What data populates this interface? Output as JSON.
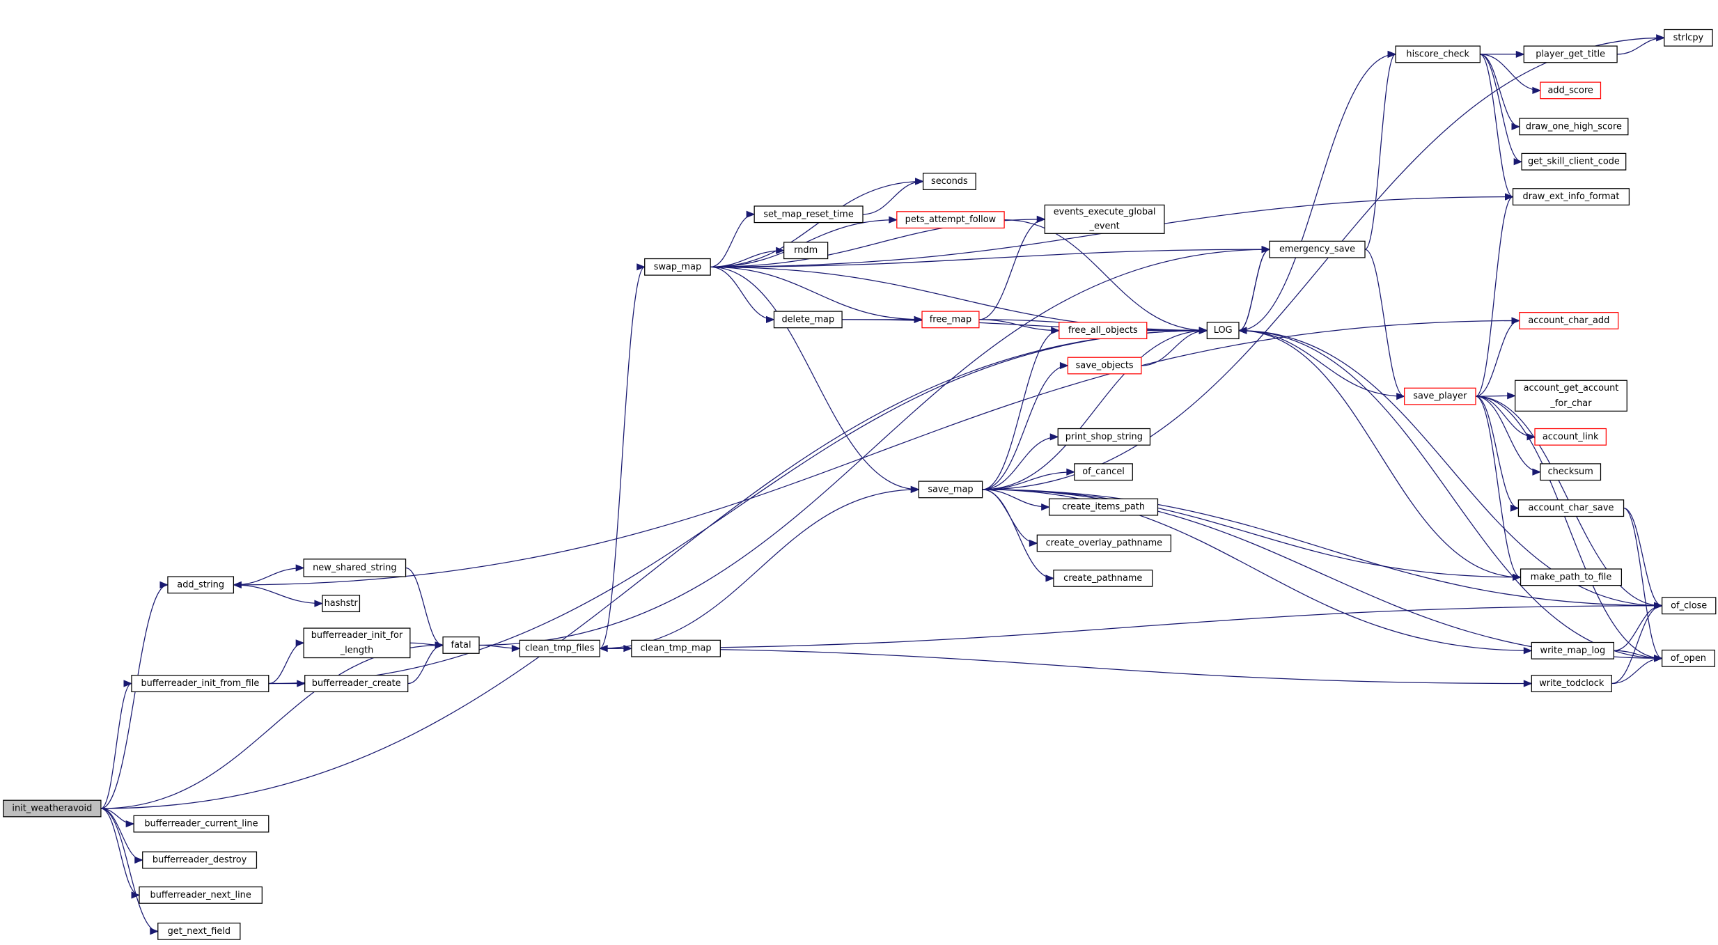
{
  "title": "Call graph of init_weatheravoid",
  "colors": {
    "edge": "#191970",
    "root_fill": "#bfbfbf",
    "truncated_border": "#ff0000",
    "node_border": "#000000"
  },
  "nodes": [
    {
      "id": "init_weatheravoid",
      "lines": [
        "init_weatheravoid"
      ],
      "style": "root"
    },
    {
      "id": "add_string",
      "lines": [
        "add_string"
      ],
      "style": "normal"
    },
    {
      "id": "new_shared_string",
      "lines": [
        "new_shared_string"
      ],
      "style": "normal"
    },
    {
      "id": "hashstr",
      "lines": [
        "hashstr"
      ],
      "style": "normal"
    },
    {
      "id": "bufferreader_init_for_length",
      "lines": [
        "bufferreader_init_for",
        "_length"
      ],
      "style": "normal"
    },
    {
      "id": "fatal",
      "lines": [
        "fatal"
      ],
      "style": "normal"
    },
    {
      "id": "bufferreader_init_from_file",
      "lines": [
        "bufferreader_init_from_file"
      ],
      "style": "normal"
    },
    {
      "id": "bufferreader_create",
      "lines": [
        "bufferreader_create"
      ],
      "style": "normal"
    },
    {
      "id": "clean_tmp_files",
      "lines": [
        "clean_tmp_files"
      ],
      "style": "normal"
    },
    {
      "id": "clean_tmp_map",
      "lines": [
        "clean_tmp_map"
      ],
      "style": "normal"
    },
    {
      "id": "bufferreader_current_line",
      "lines": [
        "bufferreader_current_line"
      ],
      "style": "normal"
    },
    {
      "id": "bufferreader_destroy",
      "lines": [
        "bufferreader_destroy"
      ],
      "style": "normal"
    },
    {
      "id": "bufferreader_next_line",
      "lines": [
        "bufferreader_next_line"
      ],
      "style": "normal"
    },
    {
      "id": "get_next_field",
      "lines": [
        "get_next_field"
      ],
      "style": "normal"
    },
    {
      "id": "swap_map",
      "lines": [
        "swap_map"
      ],
      "style": "normal"
    },
    {
      "id": "set_map_reset_time",
      "lines": [
        "set_map_reset_time"
      ],
      "style": "normal"
    },
    {
      "id": "seconds",
      "lines": [
        "seconds"
      ],
      "style": "normal"
    },
    {
      "id": "rndm",
      "lines": [
        "rndm"
      ],
      "style": "normal"
    },
    {
      "id": "pets_attempt_follow",
      "lines": [
        "pets_attempt_follow"
      ],
      "style": "red"
    },
    {
      "id": "delete_map",
      "lines": [
        "delete_map"
      ],
      "style": "normal"
    },
    {
      "id": "free_map",
      "lines": [
        "free_map"
      ],
      "style": "red"
    },
    {
      "id": "events_execute_global_event",
      "lines": [
        "events_execute_global",
        "_event"
      ],
      "style": "normal"
    },
    {
      "id": "free_all_objects",
      "lines": [
        "free_all_objects"
      ],
      "style": "red"
    },
    {
      "id": "save_objects",
      "lines": [
        "save_objects"
      ],
      "style": "red"
    },
    {
      "id": "LOG",
      "lines": [
        "LOG"
      ],
      "style": "normal"
    },
    {
      "id": "save_map",
      "lines": [
        "save_map"
      ],
      "style": "normal"
    },
    {
      "id": "print_shop_string",
      "lines": [
        "print_shop_string"
      ],
      "style": "normal"
    },
    {
      "id": "of_cancel",
      "lines": [
        "of_cancel"
      ],
      "style": "normal"
    },
    {
      "id": "create_items_path",
      "lines": [
        "create_items_path"
      ],
      "style": "normal"
    },
    {
      "id": "create_overlay_pathname",
      "lines": [
        "create_overlay_pathname"
      ],
      "style": "normal"
    },
    {
      "id": "create_pathname",
      "lines": [
        "create_pathname"
      ],
      "style": "normal"
    },
    {
      "id": "emergency_save",
      "lines": [
        "emergency_save"
      ],
      "style": "normal"
    },
    {
      "id": "hiscore_check",
      "lines": [
        "hiscore_check"
      ],
      "style": "normal"
    },
    {
      "id": "strlcpy",
      "lines": [
        "strlcpy"
      ],
      "style": "normal"
    },
    {
      "id": "player_get_title",
      "lines": [
        "player_get_title"
      ],
      "style": "normal"
    },
    {
      "id": "add_score",
      "lines": [
        "add_score"
      ],
      "style": "red"
    },
    {
      "id": "draw_one_high_score",
      "lines": [
        "draw_one_high_score"
      ],
      "style": "normal"
    },
    {
      "id": "get_skill_client_code",
      "lines": [
        "get_skill_client_code"
      ],
      "style": "normal"
    },
    {
      "id": "draw_ext_info_format",
      "lines": [
        "draw_ext_info_format"
      ],
      "style": "normal"
    },
    {
      "id": "account_char_add",
      "lines": [
        "account_char_add"
      ],
      "style": "red"
    },
    {
      "id": "save_player",
      "lines": [
        "save_player"
      ],
      "style": "red"
    },
    {
      "id": "account_get_account_for_char",
      "lines": [
        "account_get_account",
        "_for_char"
      ],
      "style": "normal"
    },
    {
      "id": "account_link",
      "lines": [
        "account_link"
      ],
      "style": "red"
    },
    {
      "id": "checksum",
      "lines": [
        "checksum"
      ],
      "style": "normal"
    },
    {
      "id": "account_char_save",
      "lines": [
        "account_char_save"
      ],
      "style": "normal"
    },
    {
      "id": "make_path_to_file",
      "lines": [
        "make_path_to_file"
      ],
      "style": "normal"
    },
    {
      "id": "of_close",
      "lines": [
        "of_close"
      ],
      "style": "normal"
    },
    {
      "id": "write_map_log",
      "lines": [
        "write_map_log"
      ],
      "style": "normal"
    },
    {
      "id": "of_open",
      "lines": [
        "of_open"
      ],
      "style": "normal"
    },
    {
      "id": "write_todclock",
      "lines": [
        "write_todclock"
      ],
      "style": "normal"
    }
  ],
  "edges": [
    [
      "init_weatheravoid",
      "add_string"
    ],
    [
      "init_weatheravoid",
      "bufferreader_init_from_file"
    ],
    [
      "init_weatheravoid",
      "fatal"
    ],
    [
      "init_weatheravoid",
      "LOG"
    ],
    [
      "init_weatheravoid",
      "bufferreader_current_line"
    ],
    [
      "init_weatheravoid",
      "bufferreader_destroy"
    ],
    [
      "init_weatheravoid",
      "bufferreader_next_line"
    ],
    [
      "init_weatheravoid",
      "get_next_field"
    ],
    [
      "add_string",
      "new_shared_string"
    ],
    [
      "add_string",
      "hashstr"
    ],
    [
      "new_shared_string",
      "fatal"
    ],
    [
      "bufferreader_init_from_file",
      "bufferreader_init_for_length"
    ],
    [
      "bufferreader_init_from_file",
      "bufferreader_create"
    ],
    [
      "bufferreader_init_from_file",
      "LOG"
    ],
    [
      "bufferreader_init_for_length",
      "fatal"
    ],
    [
      "bufferreader_create",
      "fatal"
    ],
    [
      "fatal",
      "clean_tmp_files"
    ],
    [
      "fatal",
      "emergency_save"
    ],
    [
      "clean_tmp_files",
      "swap_map"
    ],
    [
      "clean_tmp_files",
      "clean_tmp_map"
    ],
    [
      "clean_tmp_files",
      "save_map"
    ],
    [
      "clean_tmp_files",
      "write_todclock"
    ],
    [
      "of_close",
      "clean_tmp_files"
    ],
    [
      "swap_map",
      "seconds"
    ],
    [
      "swap_map",
      "set_map_reset_time"
    ],
    [
      "swap_map",
      "rndm"
    ],
    [
      "swap_map",
      "pets_attempt_follow"
    ],
    [
      "swap_map",
      "delete_map"
    ],
    [
      "swap_map",
      "free_map"
    ],
    [
      "swap_map",
      "save_map"
    ],
    [
      "swap_map",
      "LOG"
    ],
    [
      "swap_map",
      "events_execute_global_event"
    ],
    [
      "swap_map",
      "draw_ext_info_format"
    ],
    [
      "swap_map",
      "emergency_save"
    ],
    [
      "set_map_reset_time",
      "seconds"
    ],
    [
      "delete_map",
      "free_map"
    ],
    [
      "delete_map",
      "LOG"
    ],
    [
      "free_map",
      "free_all_objects"
    ],
    [
      "free_map",
      "LOG"
    ],
    [
      "free_map",
      "events_execute_global_event"
    ],
    [
      "pets_attempt_follow",
      "LOG"
    ],
    [
      "free_all_objects",
      "LOG"
    ],
    [
      "save_objects",
      "LOG"
    ],
    [
      "save_map",
      "save_objects"
    ],
    [
      "save_map",
      "free_all_objects"
    ],
    [
      "save_map",
      "LOG"
    ],
    [
      "save_map",
      "print_shop_string"
    ],
    [
      "save_map",
      "of_cancel"
    ],
    [
      "save_map",
      "create_items_path"
    ],
    [
      "save_map",
      "create_overlay_pathname"
    ],
    [
      "save_map",
      "create_pathname"
    ],
    [
      "save_map",
      "of_close"
    ],
    [
      "save_map",
      "of_open"
    ],
    [
      "save_map",
      "make_path_to_file"
    ],
    [
      "save_map",
      "strlcpy"
    ],
    [
      "save_map",
      "write_map_log"
    ],
    [
      "LOG",
      "emergency_save"
    ],
    [
      "emergency_save",
      "LOG"
    ],
    [
      "emergency_save",
      "hiscore_check"
    ],
    [
      "emergency_save",
      "save_player"
    ],
    [
      "hiscore_check",
      "player_get_title"
    ],
    [
      "hiscore_check",
      "add_score"
    ],
    [
      "hiscore_check",
      "draw_one_high_score"
    ],
    [
      "hiscore_check",
      "get_skill_client_code"
    ],
    [
      "hiscore_check",
      "draw_ext_info_format"
    ],
    [
      "LOG",
      "hiscore_check"
    ],
    [
      "player_get_title",
      "strlcpy"
    ],
    [
      "save_player",
      "LOG"
    ],
    [
      "save_player",
      "account_char_add"
    ],
    [
      "save_player",
      "account_get_account_for_char"
    ],
    [
      "save_player",
      "account_link"
    ],
    [
      "save_player",
      "checksum"
    ],
    [
      "save_player",
      "account_char_save"
    ],
    [
      "save_player",
      "make_path_to_file"
    ],
    [
      "save_player",
      "of_close"
    ],
    [
      "save_player",
      "of_open"
    ],
    [
      "save_player",
      "draw_ext_info_format"
    ],
    [
      "account_char_add",
      "add_string"
    ],
    [
      "account_char_save",
      "of_close"
    ],
    [
      "account_char_save",
      "of_open"
    ],
    [
      "make_path_to_file",
      "LOG"
    ],
    [
      "write_map_log",
      "of_close"
    ],
    [
      "write_map_log",
      "of_open"
    ],
    [
      "write_todclock",
      "of_close"
    ],
    [
      "write_todclock",
      "of_open"
    ],
    [
      "of_open",
      "LOG"
    ],
    [
      "of_close",
      "LOG"
    ]
  ]
}
